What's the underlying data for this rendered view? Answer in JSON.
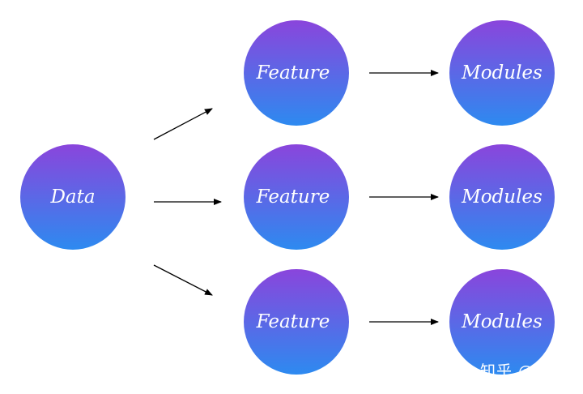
{
  "diagram": {
    "source_node": {
      "label": "Data"
    },
    "feature_nodes": [
      {
        "label": "Feature"
      },
      {
        "label": "Feature"
      },
      {
        "label": "Feature"
      }
    ],
    "module_nodes": [
      {
        "label": "Modules"
      },
      {
        "label": "Modules"
      },
      {
        "label": "Modules"
      }
    ],
    "colors": {
      "node_gradient_top": "#8a45dc",
      "node_gradient_bottom": "#2d8af0",
      "node_text": "#ffffff",
      "arrow": "#000000"
    }
  },
  "watermark": {
    "text": "知乎 @流形"
  }
}
